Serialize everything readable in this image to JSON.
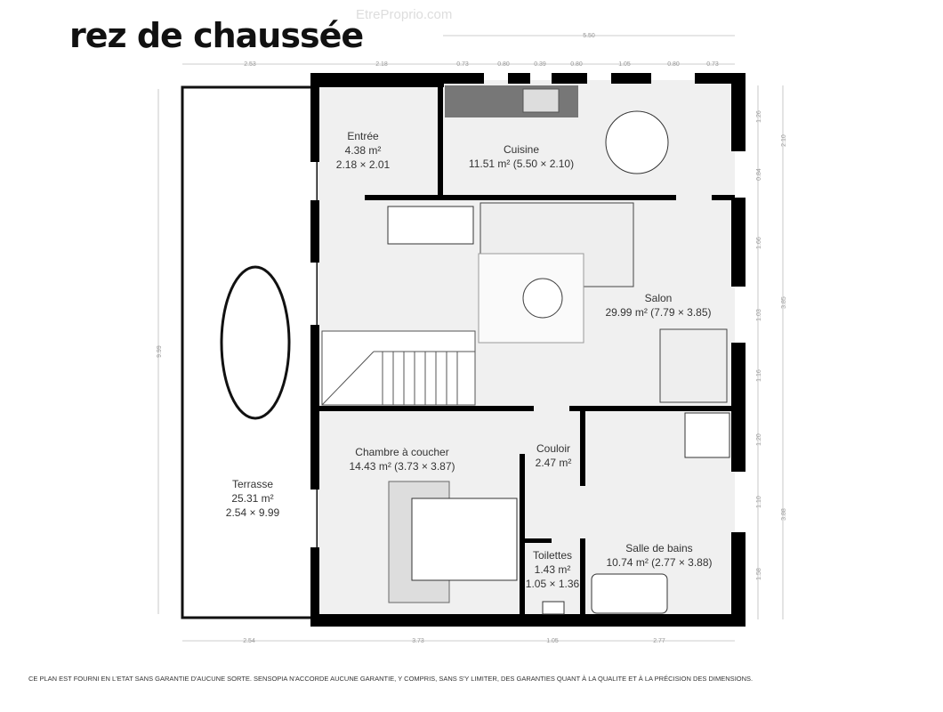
{
  "title": "rez de chaussée",
  "watermark": "EtreProprio.com",
  "disclaimer": "CE PLAN EST FOURNI EN L'ETAT SANS GARANTIE D'AUCUNE SORTE. SENSOPIA N'ACCORDE AUCUNE GARANTIE, Y COMPRIS, SANS S'Y LIMITER, DES GARANTIES QUANT À LA QUALITE ET À LA PRÉCISION DES DIMENSIONS.",
  "rooms": {
    "entree": {
      "name": "Entrée",
      "area": "4.38 m²",
      "dims": "2.18 × 2.01"
    },
    "cuisine": {
      "name": "Cuisine",
      "area": "11.51 m² (5.50 × 2.10)"
    },
    "salon": {
      "name": "Salon",
      "area": "29.99 m² (7.79 × 3.85)"
    },
    "chambre": {
      "name": "Chambre à coucher",
      "area": "14.43 m² (3.73 × 3.87)"
    },
    "couloir": {
      "name": "Couloir",
      "area": "2.47 m²"
    },
    "toilettes": {
      "name": "Toilettes",
      "area": "1.43 m²",
      "dims": "1.05 × 1.36"
    },
    "sdb": {
      "name": "Salle de bains",
      "area": "10.74 m² (2.77 × 3.88)"
    },
    "terrasse": {
      "name": "Terrasse",
      "area": "25.31 m²",
      "dims": "2.54 × 9.99"
    }
  },
  "dimensions": {
    "top_total": "5.50",
    "top": [
      "2.53",
      "2.18",
      "0.73",
      "0.80",
      "0.39",
      "0.80",
      "1.05",
      "0.80",
      "0.73"
    ],
    "right_inner": [
      "1.26",
      "0.84",
      "1.66",
      "1.03",
      "1.16",
      "1.20",
      "1.10",
      "1.58"
    ],
    "right_outer": [
      "2.10",
      "3.85",
      "3.88"
    ],
    "left": "9.99",
    "bottom": [
      "2.54",
      "3.73",
      "1.05",
      "2.77"
    ]
  }
}
